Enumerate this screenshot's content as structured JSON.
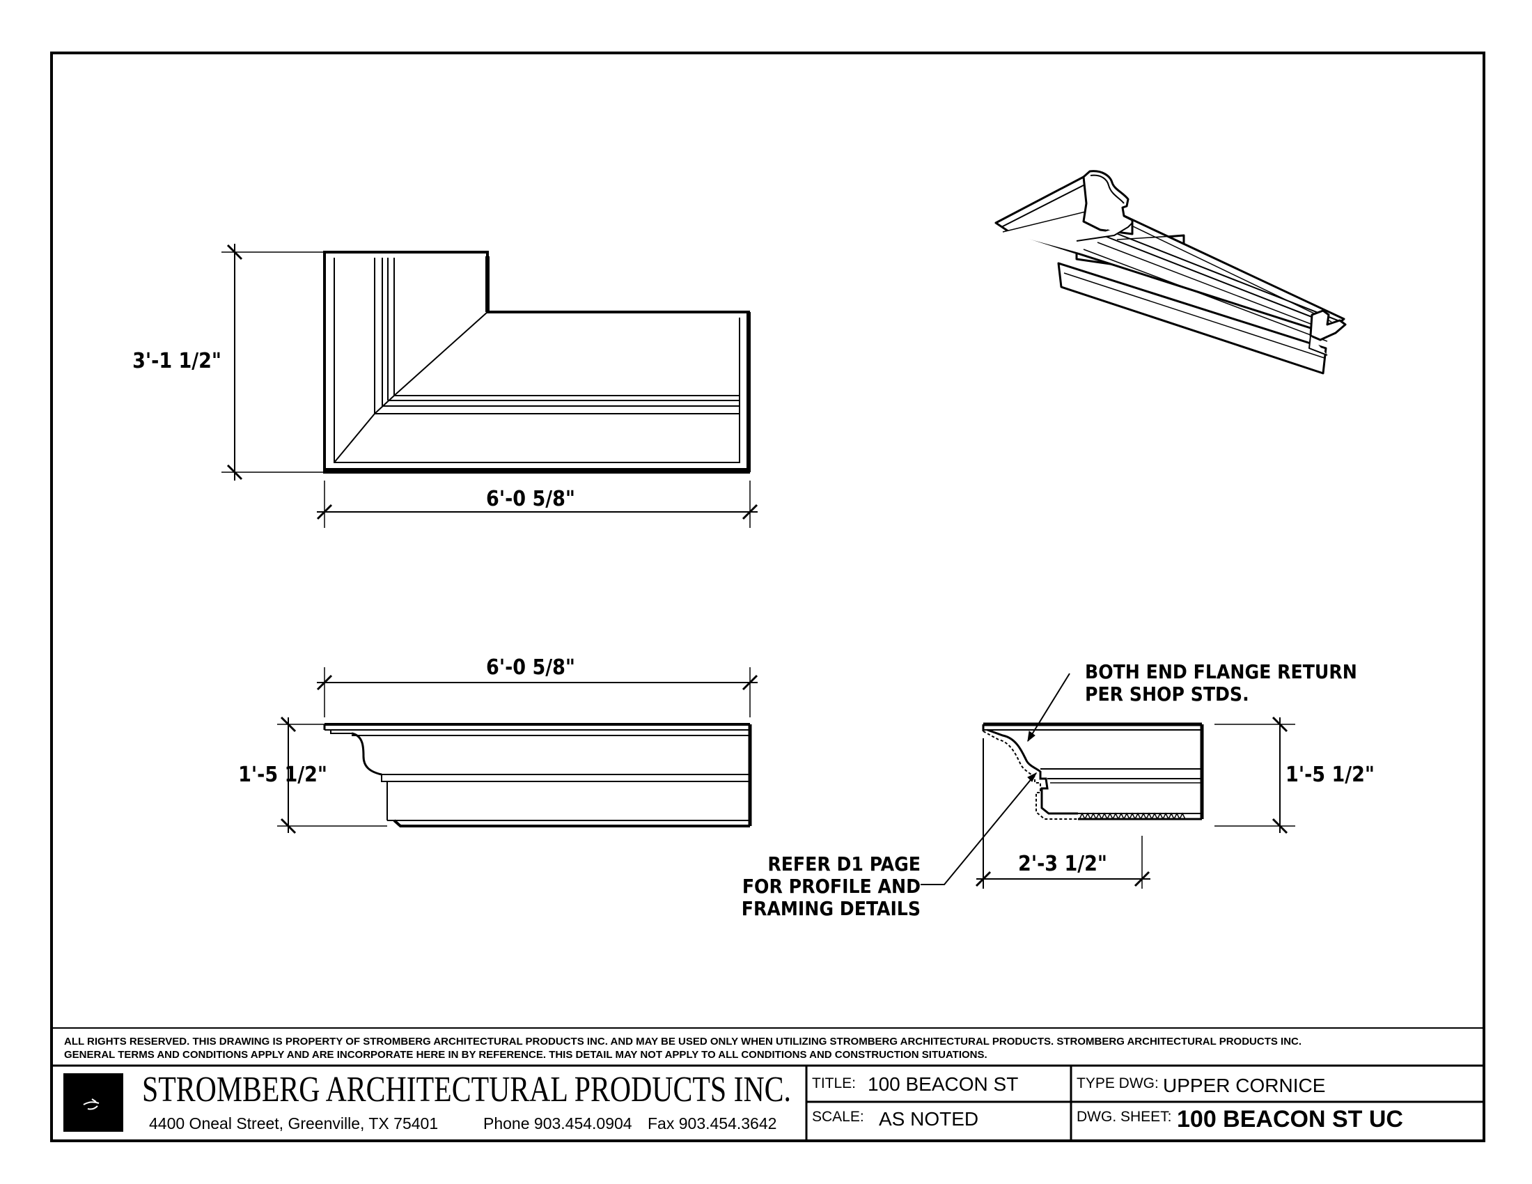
{
  "drawing": {
    "plan_view": {
      "height_dim": "3'-1 1/2\"",
      "width_dim": "6'-0 5/8\""
    },
    "elevation_view": {
      "width_dim": "6'-0 5/8\"",
      "height_dim": "1'-5 1/2\""
    },
    "section_view": {
      "height_dim": "1'-5 1/2\"",
      "depth_dim": "2'-3 1/2\"",
      "note_flange_line1": "BOTH END FLANGE RETURN",
      "note_flange_line2": "PER SHOP STDS.",
      "note_refer_line1": "REFER D1 PAGE",
      "note_refer_line2": "FOR PROFILE AND",
      "note_refer_line3": "FRAMING DETAILS"
    }
  },
  "disclaimer": {
    "line1": "ALL RIGHTS RESERVED. THIS DRAWING IS PROPERTY OF STROMBERG ARCHITECTURAL PRODUCTS INC. AND MAY BE USED ONLY WHEN UTILIZING STROMBERG ARCHITECTURAL PRODUCTS.  STROMBERG ARCHITECTURAL PRODUCTS INC.",
    "line2": "GENERAL TERMS AND CONDITIONS APPLY AND ARE INCORPORATE HERE IN BY REFERENCE.  THIS DETAIL MAY NOT APPLY TO ALL CONDITIONS AND CONSTRUCTION SITUATIONS."
  },
  "title_block": {
    "company": "STROMBERG ARCHITECTURAL PRODUCTS INC.",
    "address": "4400 Oneal Street, Greenville, TX  75401",
    "phone": "Phone 903.454.0904",
    "fax": "Fax 903.454.3642",
    "title_label": "TITLE:",
    "title_value": "100 BEACON ST",
    "scale_label": "SCALE:",
    "scale_value": "AS NOTED",
    "type_label": "TYPE DWG:",
    "type_value": "UPPER CORNICE",
    "sheet_label": "DWG. SHEET:",
    "sheet_value": "100 BEACON ST UC"
  }
}
